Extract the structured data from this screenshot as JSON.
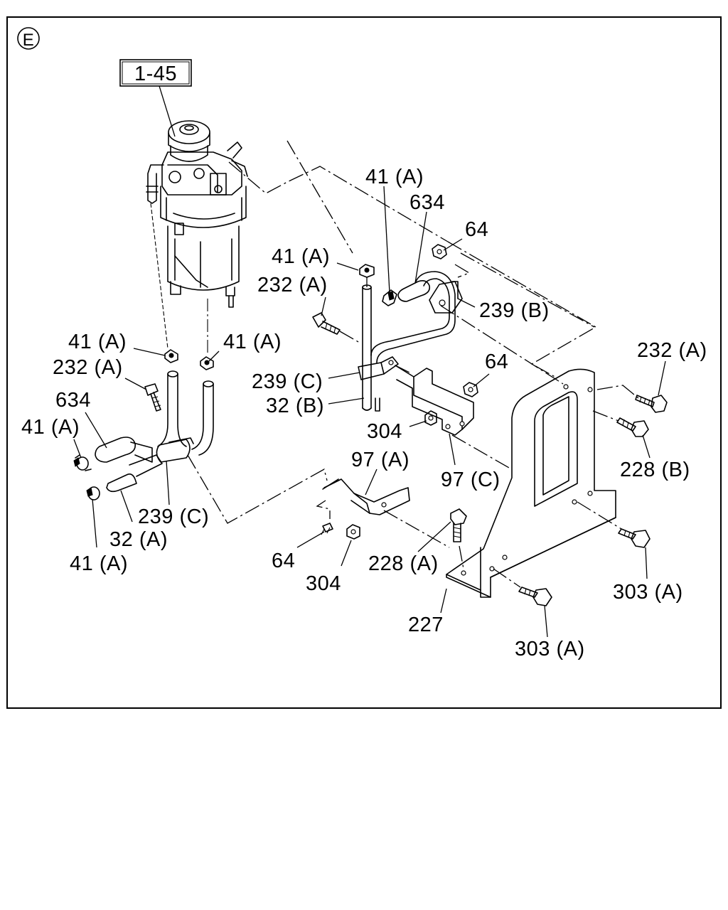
{
  "section_marker": "E",
  "reference_box": "1-45",
  "callouts": [
    {
      "id": "c-41a-top",
      "text": "41 (A)"
    },
    {
      "id": "c-634-top",
      "text": "634"
    },
    {
      "id": "c-64-top",
      "text": "64"
    },
    {
      "id": "c-41a-mid",
      "text": "41 (A)"
    },
    {
      "id": "c-232a-mid",
      "text": "232 (A)"
    },
    {
      "id": "c-239b",
      "text": "239 (B)"
    },
    {
      "id": "c-41a-left",
      "text": "41 (A)"
    },
    {
      "id": "c-41a-center",
      "text": "41 (A)"
    },
    {
      "id": "c-232a-right",
      "text": "232 (A)"
    },
    {
      "id": "c-232a-left",
      "text": "232 (A)"
    },
    {
      "id": "c-64-mid",
      "text": "64"
    },
    {
      "id": "c-239c-mid",
      "text": "239 (C)"
    },
    {
      "id": "c-634-left",
      "text": "634"
    },
    {
      "id": "c-32b",
      "text": "32 (B)"
    },
    {
      "id": "c-41a-farleft",
      "text": "41 (A)"
    },
    {
      "id": "c-304-mid",
      "text": "304"
    },
    {
      "id": "c-97a",
      "text": "97 (A)"
    },
    {
      "id": "c-228b",
      "text": "228 (B)"
    },
    {
      "id": "c-97c",
      "text": "97 (C)"
    },
    {
      "id": "c-239c-low",
      "text": "239 (C)"
    },
    {
      "id": "c-32a",
      "text": "32 (A)"
    },
    {
      "id": "c-41a-bottom",
      "text": "41 (A)"
    },
    {
      "id": "c-64-low",
      "text": "64"
    },
    {
      "id": "c-228a",
      "text": "228 (A)"
    },
    {
      "id": "c-303a-right",
      "text": "303 (A)"
    },
    {
      "id": "c-304-low",
      "text": "304"
    },
    {
      "id": "c-227",
      "text": "227"
    },
    {
      "id": "c-303a-bottom",
      "text": "303 (A)"
    }
  ]
}
